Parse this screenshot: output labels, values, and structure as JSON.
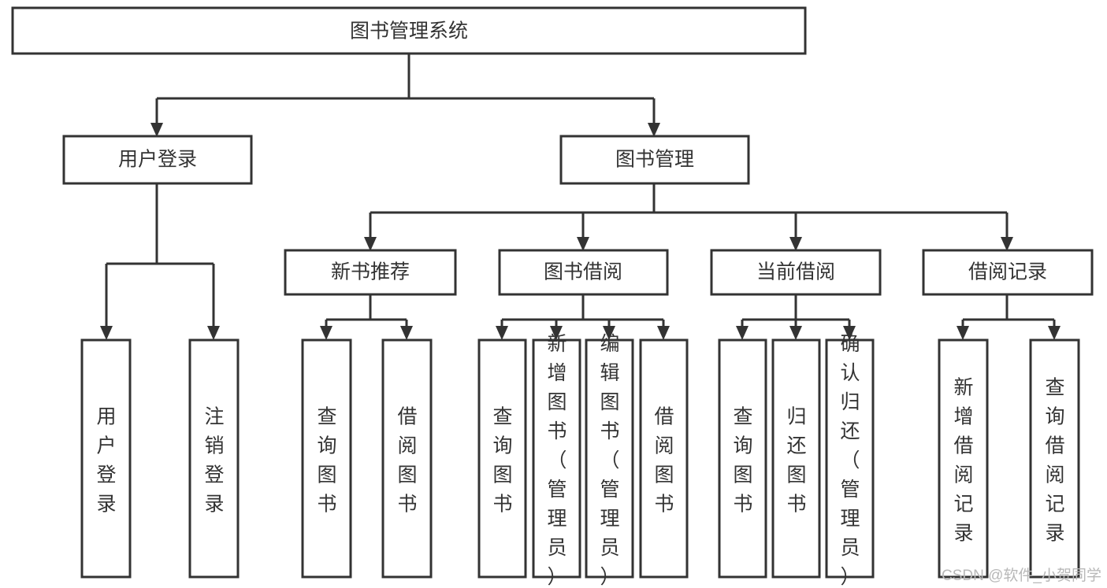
{
  "diagram": {
    "type": "tree-hierarchy",
    "title": "图书管理系统",
    "root": {
      "id": "root",
      "label": "图书管理系统",
      "orientation": "horizontal"
    },
    "level1": [
      {
        "id": "user-login",
        "label": "用户登录",
        "orientation": "horizontal"
      },
      {
        "id": "book-manage",
        "label": "图书管理",
        "orientation": "horizontal"
      }
    ],
    "level2": [
      {
        "id": "new-book-recommend",
        "label": "新书推荐",
        "parent": "book-manage",
        "orientation": "horizontal"
      },
      {
        "id": "book-borrow",
        "label": "图书借阅",
        "parent": "book-manage",
        "orientation": "horizontal"
      },
      {
        "id": "current-borrow",
        "label": "当前借阅",
        "parent": "book-manage",
        "orientation": "horizontal"
      },
      {
        "id": "borrow-record",
        "label": "借阅记录",
        "parent": "book-manage",
        "orientation": "horizontal"
      }
    ],
    "leaves": [
      {
        "id": "leaf-user-login",
        "label": "用户登录",
        "parent": "user-login",
        "orientation": "vertical"
      },
      {
        "id": "leaf-logout",
        "label": "注销登录",
        "parent": "user-login",
        "orientation": "vertical"
      },
      {
        "id": "leaf-query-book-1",
        "label": "查询图书",
        "parent": "new-book-recommend",
        "orientation": "vertical"
      },
      {
        "id": "leaf-borrow-book-1",
        "label": "借阅图书",
        "parent": "new-book-recommend",
        "orientation": "vertical"
      },
      {
        "id": "leaf-query-book-2",
        "label": "查询图书",
        "parent": "book-borrow",
        "orientation": "vertical"
      },
      {
        "id": "leaf-add-book",
        "label": "新增图书（管理员）",
        "parent": "book-borrow",
        "orientation": "vertical"
      },
      {
        "id": "leaf-edit-book",
        "label": "编辑图书（管理员）",
        "parent": "book-borrow",
        "orientation": "vertical"
      },
      {
        "id": "leaf-borrow-book-2",
        "label": "借阅图书",
        "parent": "book-borrow",
        "orientation": "vertical"
      },
      {
        "id": "leaf-query-book-3",
        "label": "查询图书",
        "parent": "current-borrow",
        "orientation": "vertical"
      },
      {
        "id": "leaf-return-book",
        "label": "归还图书",
        "parent": "current-borrow",
        "orientation": "vertical"
      },
      {
        "id": "leaf-confirm-return",
        "label": "确认归还（管理员）",
        "parent": "current-borrow",
        "orientation": "vertical"
      },
      {
        "id": "leaf-add-record",
        "label": "新增借阅记录",
        "parent": "borrow-record",
        "orientation": "vertical"
      },
      {
        "id": "leaf-query-record",
        "label": "查询借阅记录",
        "parent": "borrow-record",
        "orientation": "vertical"
      }
    ],
    "colors": {
      "stroke": "#333333",
      "fill": "#ffffff",
      "text": "#333333",
      "watermark": "#b8b8b8"
    }
  },
  "watermark": {
    "text": "CSDN @软件_小贺同学"
  }
}
